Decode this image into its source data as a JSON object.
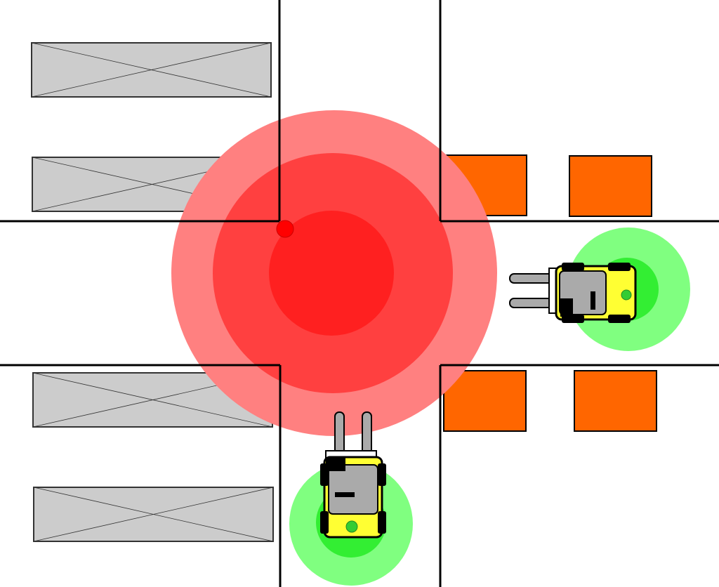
{
  "scene": {
    "background_color": "#ffffff",
    "wall_color": "#000000",
    "aisle_count": 2,
    "intersection": "four-way"
  },
  "warehouse": {
    "racks": {
      "fill_color": "#cccccc",
      "stroke_color": "#333333",
      "count": 4,
      "marking": "cross-hatch"
    },
    "pallets": {
      "fill_color": "#ff6600",
      "stroke_color": "#000000",
      "count": 4
    }
  },
  "hazard_zone": {
    "rings": [
      {
        "level": "outer",
        "color": "#ff8080"
      },
      {
        "level": "middle",
        "color": "#ff4040"
      },
      {
        "level": "inner",
        "color": "#ff2020"
      }
    ],
    "marker_color": "#ff0000"
  },
  "forklifts": [
    {
      "id": "forklift-east",
      "heading": "west",
      "body_color": "#ffff33",
      "cab_color": "#aaaaaa",
      "status_dot_color": "#33cc33",
      "safety_zone": {
        "outer_color": "#80ff80",
        "inner_color": "#33ee33"
      }
    },
    {
      "id": "forklift-south",
      "heading": "north",
      "body_color": "#ffff33",
      "cab_color": "#aaaaaa",
      "status_dot_color": "#33cc33",
      "safety_zone": {
        "outer_color": "#80ff80",
        "inner_color": "#33ee33"
      }
    }
  ]
}
